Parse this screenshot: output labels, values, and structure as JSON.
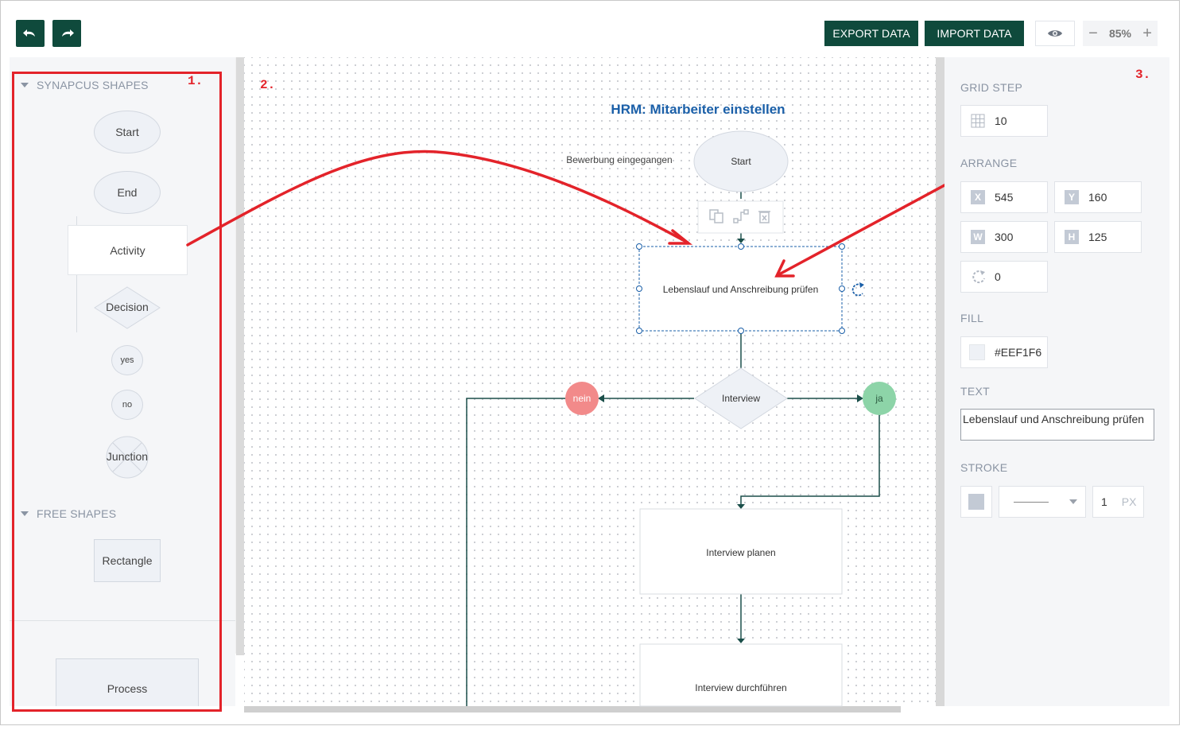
{
  "toolbar": {
    "undo_icon": "undo-icon",
    "redo_icon": "redo-icon",
    "export_label": "EXPORT DATA",
    "import_label": "IMPORT DATA",
    "preview_icon": "eye-icon",
    "zoom_minus": "−",
    "zoom_value": "85%",
    "zoom_plus": "+"
  },
  "left_panel": {
    "section1": "SYNAPCUS SHAPES",
    "section2": "FREE SHAPES",
    "shapes": {
      "start": "Start",
      "end": "End",
      "activity": "Activity",
      "decision": "Decision",
      "yes": "yes",
      "no": "no",
      "junction": "Junction",
      "rectangle": "Rectangle",
      "process": "Process"
    }
  },
  "annotations": {
    "a1": "1.",
    "a2": "2.",
    "a3": "3."
  },
  "canvas": {
    "title": "HRM: Mitarbeiter einstellen",
    "start_label": "Bewerbung eingegangen",
    "start": "Start",
    "selected": "Lebenslauf und Anschreibung prüfen",
    "decision": "Interview",
    "nein": "nein",
    "ja": "ja",
    "plan": "Interview planen",
    "do": "Interview durchführen",
    "colors": {
      "accent": "#1a5fa8",
      "nein": "#f28a8a",
      "ja": "#8dd4a8",
      "connector": "#1b4f4a",
      "fill": "#EEF1F6"
    }
  },
  "right_panel": {
    "grid_title": "GRID STEP",
    "grid_value": "10",
    "arrange_title": "ARRANGE",
    "x_badge": "X",
    "x": "545",
    "y_badge": "Y",
    "y": "160",
    "w_badge": "W",
    "w": "300",
    "h_badge": "H",
    "h": "125",
    "rotation": "0",
    "fill_title": "FILL",
    "fill_value": "#EEF1F6",
    "text_title": "TEXT",
    "text_value": "Lebenslauf und Anschreibung prüfen",
    "stroke_title": "STROKE",
    "stroke_width": "1",
    "stroke_unit": "PX"
  }
}
